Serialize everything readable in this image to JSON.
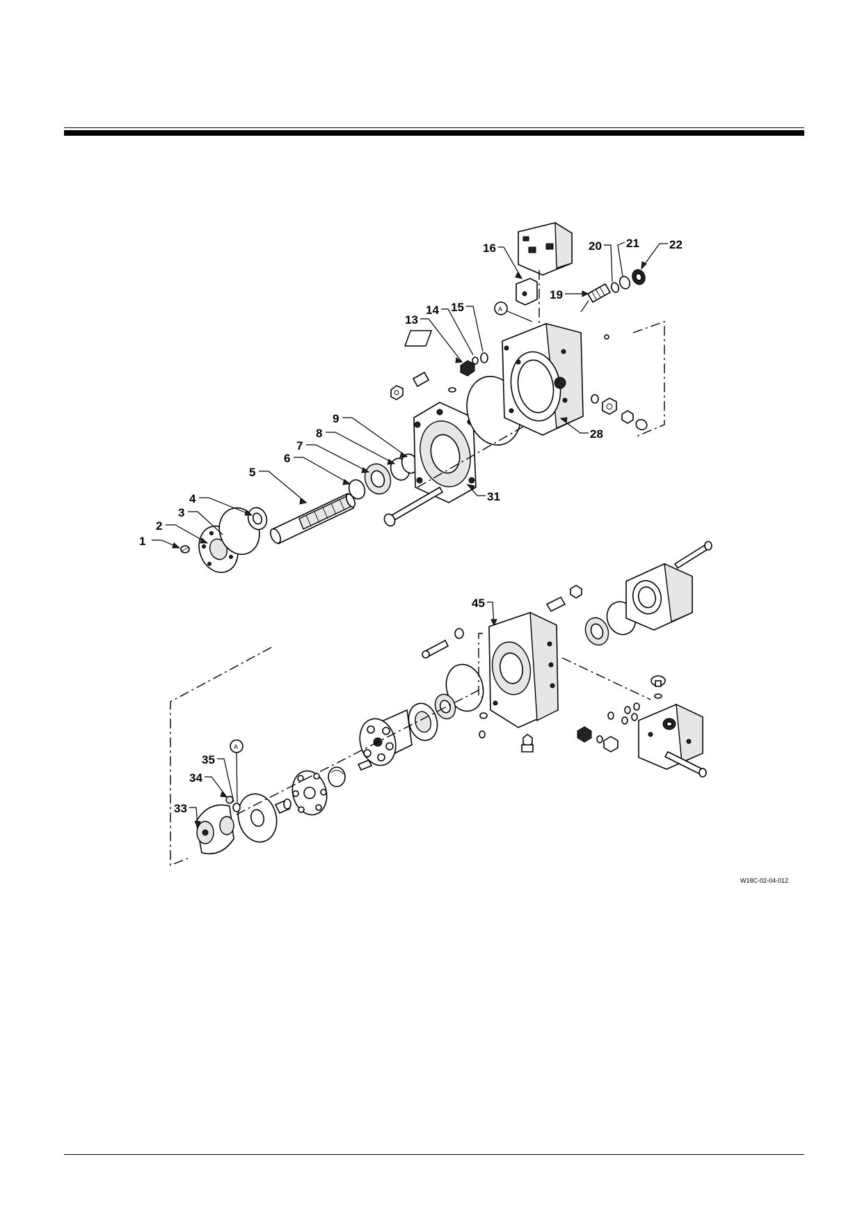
{
  "figure": {
    "figure_id": "W18C-02-04-012",
    "reference_marker": "A"
  },
  "callouts": [
    {
      "id": "c1",
      "text": "1"
    },
    {
      "id": "c2",
      "text": "2"
    },
    {
      "id": "c3",
      "text": "3"
    },
    {
      "id": "c4",
      "text": "4"
    },
    {
      "id": "c5",
      "text": "5"
    },
    {
      "id": "c6",
      "text": "6"
    },
    {
      "id": "c7",
      "text": "7"
    },
    {
      "id": "c8",
      "text": "8"
    },
    {
      "id": "c9",
      "text": "9"
    },
    {
      "id": "c13",
      "text": "13"
    },
    {
      "id": "c14",
      "text": "14"
    },
    {
      "id": "c15",
      "text": "15"
    },
    {
      "id": "c16",
      "text": "16"
    },
    {
      "id": "c19",
      "text": "19"
    },
    {
      "id": "c20",
      "text": "20"
    },
    {
      "id": "c21",
      "text": "21"
    },
    {
      "id": "c22",
      "text": "22"
    },
    {
      "id": "c28",
      "text": "28"
    },
    {
      "id": "c31",
      "text": "31"
    },
    {
      "id": "c33",
      "text": "33"
    },
    {
      "id": "c34",
      "text": "34"
    },
    {
      "id": "c35",
      "text": "35"
    },
    {
      "id": "c45",
      "text": "45"
    }
  ]
}
